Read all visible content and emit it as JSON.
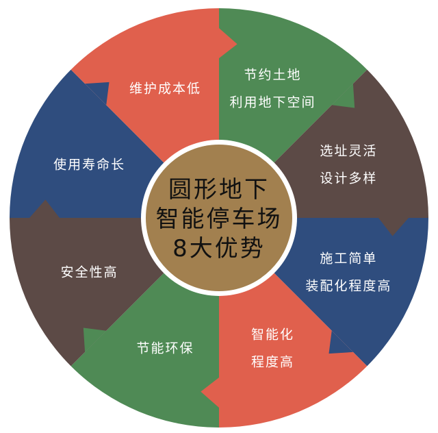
{
  "title_lines": [
    "圆形地下",
    "智能停车场",
    "8大优势"
  ],
  "colors": {
    "red": "#e0604d",
    "green": "#4f8a55",
    "brown": "#5c4a46",
    "blue": "#2f4d7e",
    "center": "#a2804f"
  },
  "segments": [
    {
      "lines": [
        "节约土地",
        "利用地下空间"
      ],
      "color": "#4f8a55"
    },
    {
      "lines": [
        "选址灵活",
        "设计多样"
      ],
      "color": "#5c4a46"
    },
    {
      "lines": [
        "施工简单",
        "装配化程度高"
      ],
      "color": "#2f4d7e"
    },
    {
      "lines": [
        "智能化",
        "程度高"
      ],
      "color": "#e0604d"
    },
    {
      "lines": [
        "节能环保"
      ],
      "color": "#4f8a55"
    },
    {
      "lines": [
        "安全性高"
      ],
      "color": "#5c4a46"
    },
    {
      "lines": [
        "使用寿命长"
      ],
      "color": "#2f4d7e"
    },
    {
      "lines": [
        "维护成本低"
      ],
      "color": "#e0604d"
    }
  ]
}
